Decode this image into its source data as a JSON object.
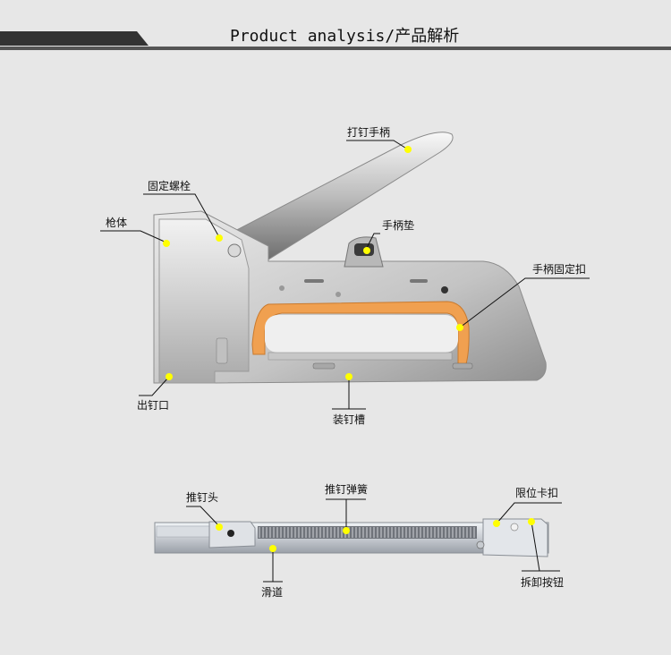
{
  "header": {
    "title": "Product analysis/产品解析"
  },
  "stapler_diagram": {
    "callouts": [
      {
        "id": "handle",
        "label": "打钉手柄",
        "meaning": "Stapling handle"
      },
      {
        "id": "bolt",
        "label": "固定螺栓",
        "meaning": "Fixing bolt"
      },
      {
        "id": "body",
        "label": "枪体",
        "meaning": "Gun body"
      },
      {
        "id": "handle-pad",
        "label": "手柄垫",
        "meaning": "Handle pad"
      },
      {
        "id": "handle-lock",
        "label": "手柄固定扣",
        "meaning": "Handle lock buckle"
      },
      {
        "id": "outlet",
        "label": "出钉口",
        "meaning": "Staple outlet"
      },
      {
        "id": "magazine",
        "label": "装钉槽",
        "meaning": "Staple loading slot"
      }
    ]
  },
  "magazine_diagram": {
    "callouts": [
      {
        "id": "pusher-head",
        "label": "推钉头",
        "meaning": "Staple pusher head"
      },
      {
        "id": "spring",
        "label": "推钉弹簧",
        "meaning": "Pusher spring"
      },
      {
        "id": "limit-clip",
        "label": "限位卡扣",
        "meaning": "Limit clip"
      },
      {
        "id": "slide",
        "label": "滑道",
        "meaning": "Slide track"
      },
      {
        "id": "release",
        "label": "拆卸按钮",
        "meaning": "Release button"
      }
    ]
  },
  "colors": {
    "background": "#e7e7e7",
    "header_bar": "#333333",
    "marker": "#ffff00",
    "grip": "#f0a050"
  }
}
